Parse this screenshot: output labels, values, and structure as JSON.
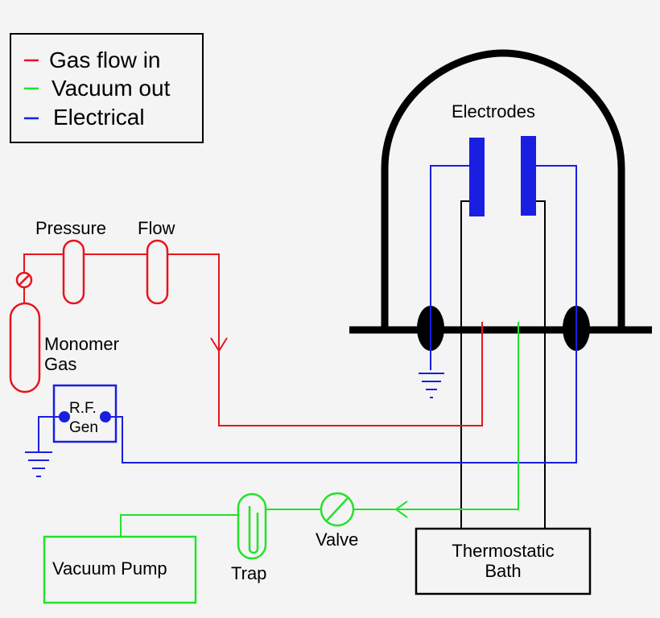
{
  "legend": {
    "items": [
      {
        "label": "Gas flow in",
        "color": "#e8141c"
      },
      {
        "label": "Vacuum out",
        "color": "#22e22a"
      },
      {
        "label": "Electrical",
        "color": "#1a1ee0"
      }
    ]
  },
  "labels": {
    "electrodes": "Electrodes",
    "pressure": "Pressure",
    "flow": "Flow",
    "monomer_line1": "Monomer",
    "monomer_line2": "Gas",
    "rf_line1": "R.F.",
    "rf_line2": "Gen",
    "valve": "Valve",
    "trap": "Trap",
    "vacuum_pump": "Vacuum Pump",
    "bath_line1": "Thermostatic",
    "bath_line2": "Bath"
  },
  "colors": {
    "gas": "#e8141c",
    "vacuum": "#22e22a",
    "electrical": "#1a1ee0",
    "structure": "#000000"
  }
}
